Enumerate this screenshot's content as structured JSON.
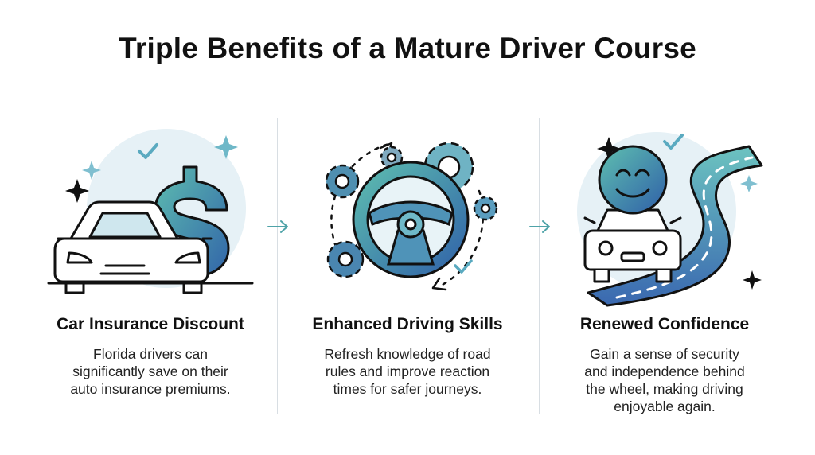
{
  "title": "Triple Benefits of a Mature Driver Course",
  "colors": {
    "accent_dark": "#2f6f8f",
    "accent_blue": "#3a7fbf",
    "accent_teal": "#5fb8a8",
    "circle_bg": "#e6f1f6",
    "outline": "#111111"
  },
  "benefits": [
    {
      "icon": "car-dollar-icon",
      "heading": "Car Insurance Discount",
      "lines": [
        "Florida drivers can",
        "significantly save on their",
        "auto insurance premiums."
      ]
    },
    {
      "icon": "steering-wheel-gears-icon",
      "heading": "Enhanced Driving Skills",
      "lines": [
        "Refresh knowledge of road",
        "rules and improve reaction",
        "times for safer journeys."
      ]
    },
    {
      "icon": "smiling-car-road-icon",
      "heading": "Renewed Confidence",
      "lines": [
        "Gain a sense of security",
        "and independence behind",
        "the wheel, making driving",
        "enjoyable again."
      ]
    }
  ]
}
